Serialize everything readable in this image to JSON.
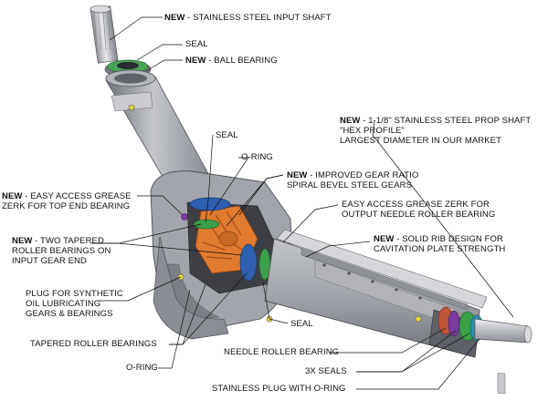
{
  "new_tag": "NEW",
  "labels": {
    "input_shaft": "- STAINLESS STEEL INPUT SHAFT",
    "seal_top": "SEAL",
    "ball_bearing": "- BALL BEARING",
    "prop_shaft_1": "- 1-1/8\" STAINLESS STEEL PROP SHAFT",
    "prop_shaft_2": "\"HEX PROFILE\"",
    "prop_shaft_3": "LARGEST DIAMETER IN OUR MARKET",
    "seal_mid": "SEAL",
    "oring_mid": "O-RING",
    "gear_ratio_1": "- IMPROVED GEAR RATIO",
    "gear_ratio_2": "SPIRAL BEVEL STEEL GEARS",
    "grease_top_1": "- EASY ACCESS GREASE",
    "grease_top_2": "ZERK FOR TOP END BEARING",
    "grease_output_1": "EASY ACCESS GREASE ZERK FOR",
    "grease_output_2": "OUTPUT NEEDLE ROLLER BEARING",
    "tapered_new_1": "- TWO TAPERED",
    "tapered_new_2": "ROLLER BEARINGS ON",
    "tapered_new_3": "INPUT GEAR END",
    "solid_rib_1": "- SOLID RIB DESIGN FOR",
    "solid_rib_2": "CAVITATION PLATE STRENGTH",
    "plug_1": "PLUG FOR SYNTHETIC",
    "plug_2": "OIL LUBRICATING",
    "plug_3": "GEARS & BEARINGS",
    "tapered_roller": "TAPERED ROLLER BEARINGS",
    "seal_bottom": "SEAL",
    "needle_roller": "NEEDLE ROLLER BEARING",
    "oring_bottom": "O-RING",
    "seals_3x": "3X SEALS",
    "stainless_plug": "STAINLESS PLUG WITH O-RING"
  },
  "colors": {
    "housing": "#9a9ca3",
    "housing_dark": "#6d7078",
    "gear": "#e07a2e",
    "bearing_green": "#3aa04a",
    "bearing_blue": "#2f5fb0",
    "seal_purple": "#7a3aa0",
    "zerk_yellow": "#e8d53a",
    "leader": "#111111"
  }
}
